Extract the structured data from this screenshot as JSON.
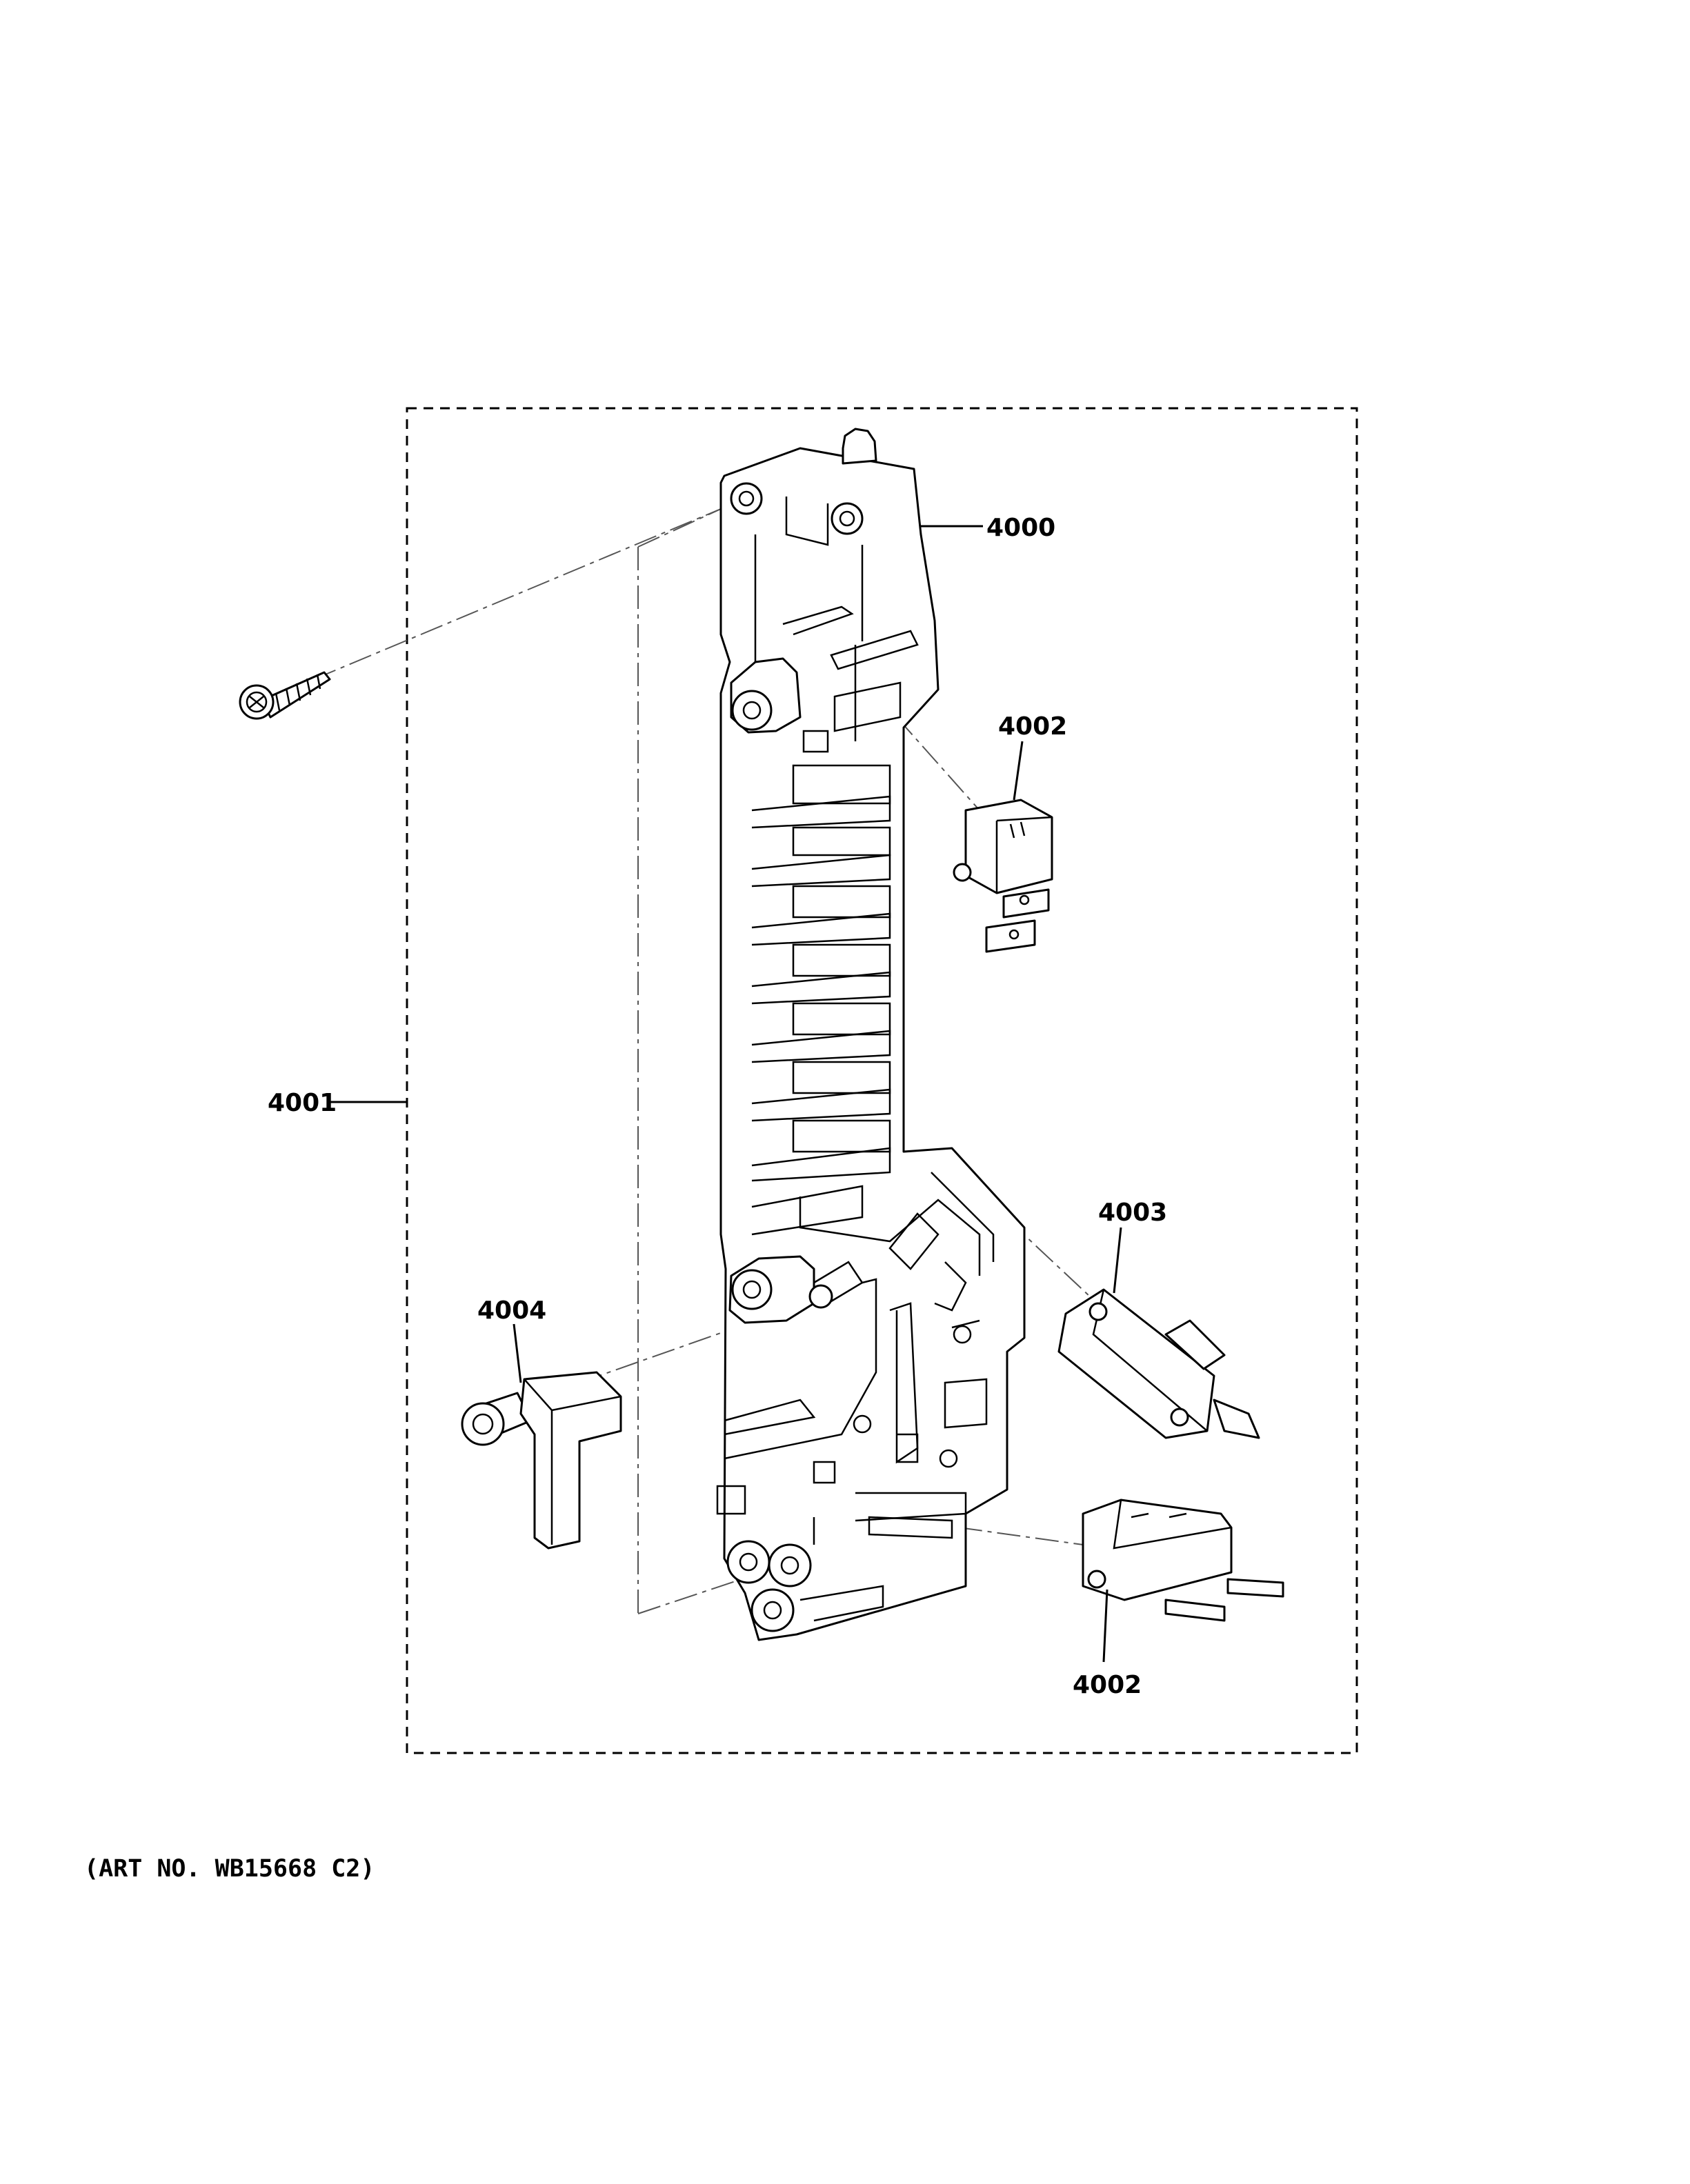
{
  "labels": {
    "l4000": "4000",
    "l4001": "4001",
    "l4002a": "4002",
    "l4002b": "4002",
    "l4003": "4003",
    "l4004": "4004"
  },
  "caption": "(ART NO. WB15668 C2)"
}
